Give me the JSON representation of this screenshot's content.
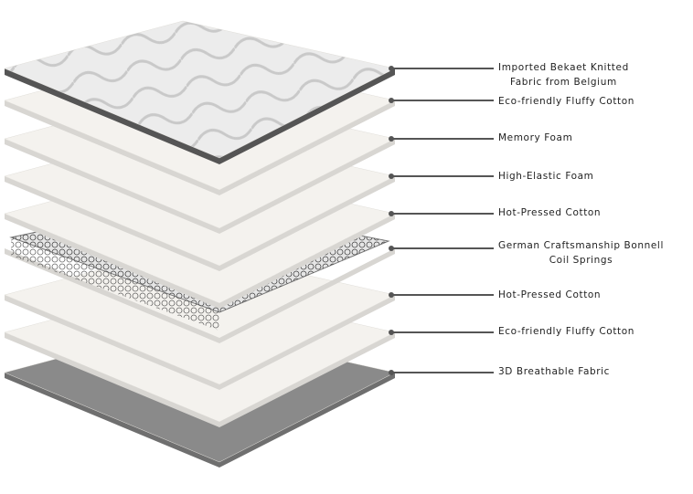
{
  "layers": [
    {
      "label": "Imported Bekaet Knitted",
      "label2": "Fabric from Belgium",
      "kind": "quilted"
    },
    {
      "label": "Eco-friendly Fluffy Cotton",
      "kind": "sheet"
    },
    {
      "label": "Memory Foam",
      "kind": "sheet"
    },
    {
      "label": "High-Elastic Foam",
      "kind": "sheet"
    },
    {
      "label": "Hot-Pressed Cotton",
      "kind": "sheet"
    },
    {
      "label": "German Craftsmanship Bonnell",
      "label2": "Coil Springs",
      "kind": "springs"
    },
    {
      "label": "Hot-Pressed Cotton",
      "kind": "sheet"
    },
    {
      "label": "Eco-friendly Fluffy Cotton",
      "kind": "sheet"
    },
    {
      "label": "3D Breathable Fabric",
      "kind": "gray"
    }
  ],
  "colors": {
    "line": "#555555",
    "sheet": "#f4f2ee",
    "edge": "#d8d6d2",
    "gray": "#8a8a8a"
  }
}
